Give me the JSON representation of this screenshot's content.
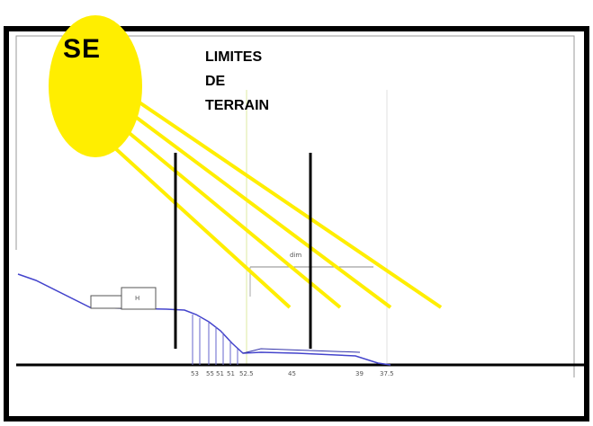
{
  "sun": {
    "label": "SE",
    "color": "#ffee00"
  },
  "limits": {
    "line1": "LIMITES",
    "line2": "DE",
    "line3": "TERRAIN"
  },
  "colors": {
    "frame": "#000000",
    "rays": "#ffee00",
    "terrain": "#4444cc"
  },
  "icons": [
    "sun-icon"
  ]
}
